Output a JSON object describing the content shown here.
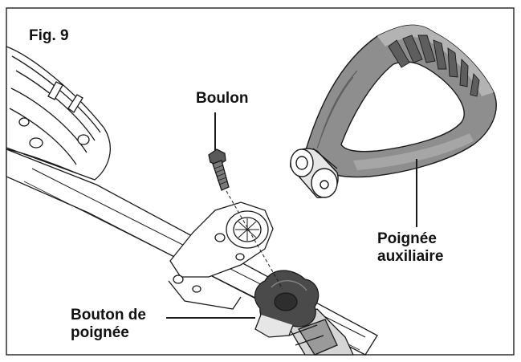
{
  "figure": {
    "title": "Fig. 9",
    "labels": {
      "bolt": "Boulon",
      "aux_handle_line1": "Poignée",
      "aux_handle_line2": "auxiliaire",
      "knob_line1": "Bouton de",
      "knob_line2": "poignée"
    }
  },
  "colors": {
    "frame": "#222222",
    "line": "#1a1a1a",
    "handle_fill": "#8e8e8e",
    "handle_light": "#b3b3b3",
    "handle_dark": "#5e5e5e",
    "knob_fill": "#4a4a4a",
    "metal_light": "#e6e6e6"
  }
}
